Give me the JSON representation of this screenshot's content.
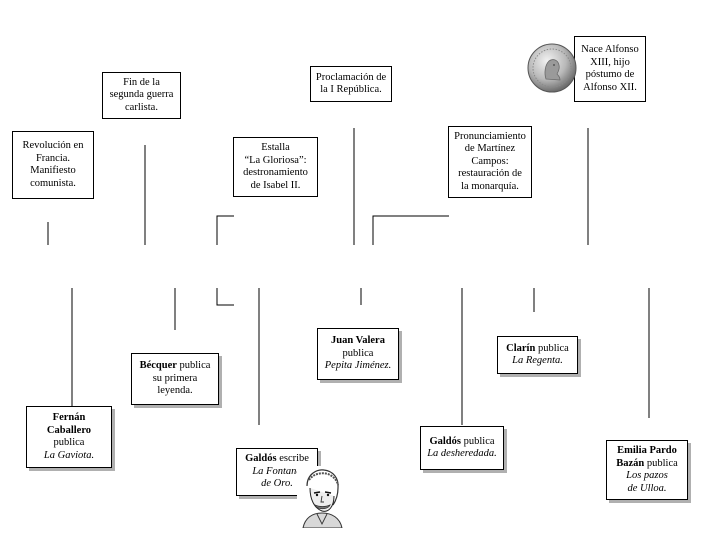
{
  "events_top": [
    {
      "lines": [
        "Revolución en",
        "Francia.",
        "Manifiesto",
        "comunista."
      ]
    },
    {
      "lines": [
        "Fin de la",
        "segunda guerra",
        "carlista."
      ]
    },
    {
      "lines": [
        "Estalla",
        "“La Gloriosa”:",
        "destronamiento",
        "de Isabel II."
      ]
    },
    {
      "lines": [
        "Proclamación de",
        "la I República."
      ]
    },
    {
      "lines": [
        "Pronunciamiento",
        "de Martínez",
        "Campos:",
        "restauración de",
        "la monarquía."
      ]
    },
    {
      "lines": [
        "Nace Alfonso",
        "XIII, hijo",
        "póstumo de",
        "Alfonso XII."
      ]
    }
  ],
  "events_bottom": [
    {
      "author": "Fernán Caballero",
      "author_lines": [
        "Fernán",
        "Caballero"
      ],
      "verb": "publica",
      "work": "La Gaviota."
    },
    {
      "author": "Bécquer",
      "verb": "publica",
      "rest": [
        "su primera",
        "leyenda."
      ]
    },
    {
      "author": "Galdós",
      "verb": "escribe",
      "work_lines": [
        "La Fontana",
        "de Oro."
      ]
    },
    {
      "author": "Juan Valera",
      "verb": "publica",
      "work": "Pepita Jiménez."
    },
    {
      "author": "Galdós",
      "verb": "publica",
      "work": "La desheredada."
    },
    {
      "author": "Clarín",
      "verb": "publica",
      "work": "La Regenta."
    },
    {
      "author_lines": [
        "Emilia Pardo",
        "Bazán"
      ],
      "verb": "publica",
      "work_lines": [
        "Los pazos",
        "de Ulloa."
      ]
    }
  ],
  "images": {
    "coin": "coin-alfonso-xiii",
    "portrait": "portrait-galdos"
  }
}
